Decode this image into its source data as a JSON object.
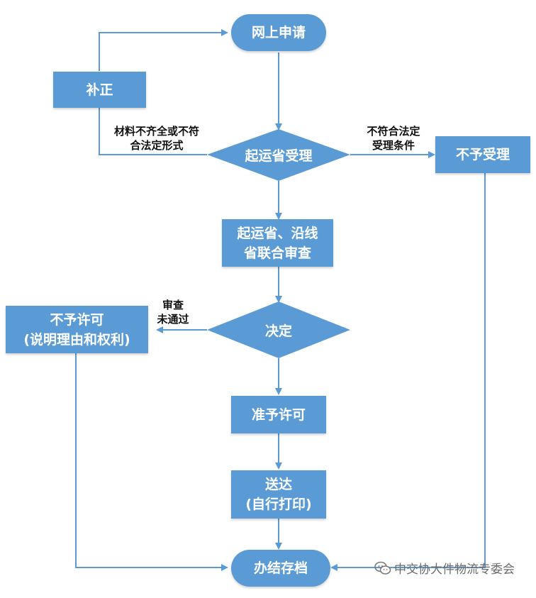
{
  "nodes": {
    "apply": "网上申请",
    "correct": "补正",
    "origin_accept": "起运省受理",
    "reject_accept": "不予受理",
    "joint_review": "起运省、沿线\n省联合审查",
    "decide": "决定",
    "deny_permit": "不予许可\n(说明理由和权利)",
    "grant_permit": "准予许可",
    "deliver": "送达\n(自行打印)",
    "archive": "办结存档"
  },
  "edge_labels": {
    "incomplete": "材料不齐全或不符\n合法定形式",
    "not_qualified": "不符合法定\n受理条件",
    "review_failed": "审查\n未通过"
  },
  "watermark": {
    "text": "中交协大件物流专委会",
    "icon": "wechat-icon"
  },
  "colors": {
    "node_fill": "#5b9bd5",
    "edge": "#5b9bd5",
    "text": "#ffffff"
  }
}
